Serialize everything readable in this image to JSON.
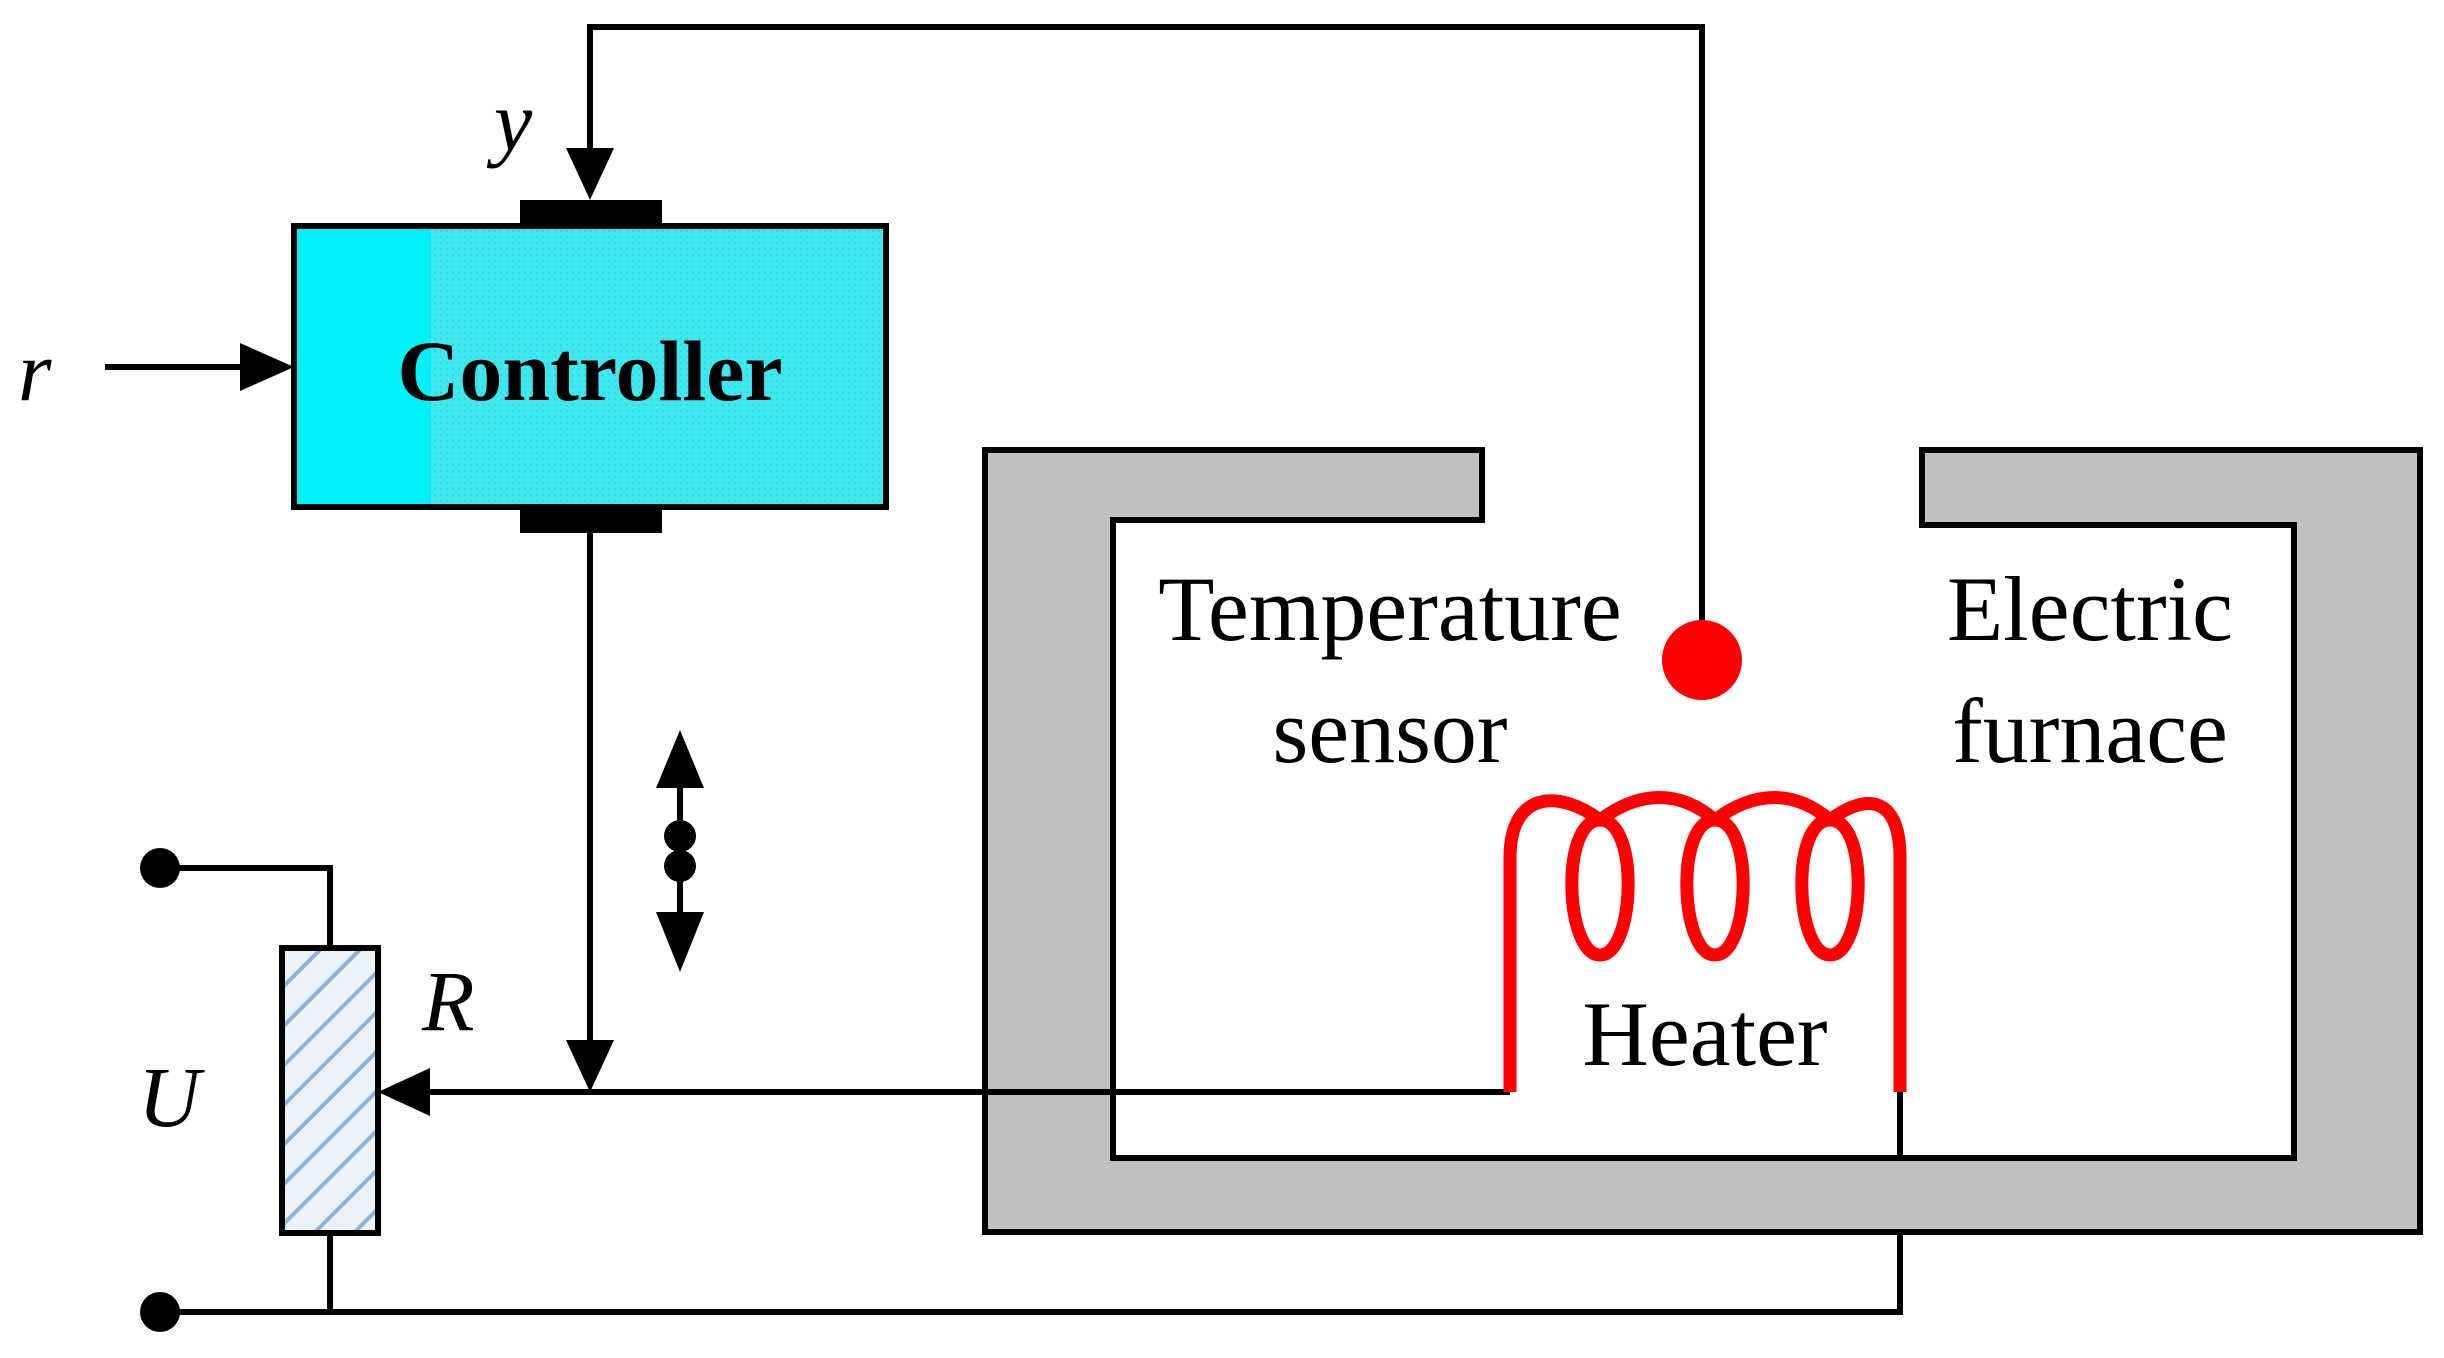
{
  "labels": {
    "input_r": "r",
    "feedback_y": "y",
    "controller": "Controller",
    "resistor_R": "R",
    "voltage_U": "U",
    "sensor_line1": "Temperature",
    "sensor_line2": "sensor",
    "furnace_line1": "Electric",
    "furnace_line2": "furnace",
    "heater": "Heater"
  },
  "colors": {
    "controller_fill": "#3fe8ee",
    "controller_fill_left": "#00f0f8",
    "furnace_wall": "#c0c0c0",
    "heater": "#ff0000",
    "sensor": "#ff0000",
    "wire": "#000000"
  }
}
